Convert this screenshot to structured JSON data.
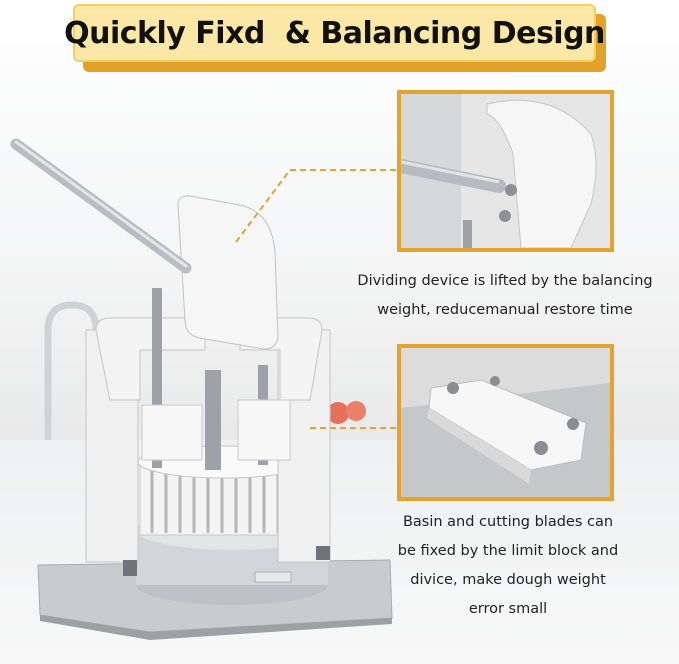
{
  "title": "Quickly Fixd  & Balancing Design",
  "captions": [
    {
      "lines": [
        "Dividing device is lifted by the balancing",
        "weight, reducemanual restore time"
      ]
    },
    {
      "lines": [
        "Basin and cutting blades can",
        "be fixed by the limit block and",
        "divice, make dough weight",
        "error small"
      ]
    }
  ],
  "colors": {
    "accent_orange": "#e3a32c",
    "banner_fill": "#fbe8a6",
    "text_dark": "#111111"
  },
  "icons": [
    "dashed-leader-line"
  ]
}
